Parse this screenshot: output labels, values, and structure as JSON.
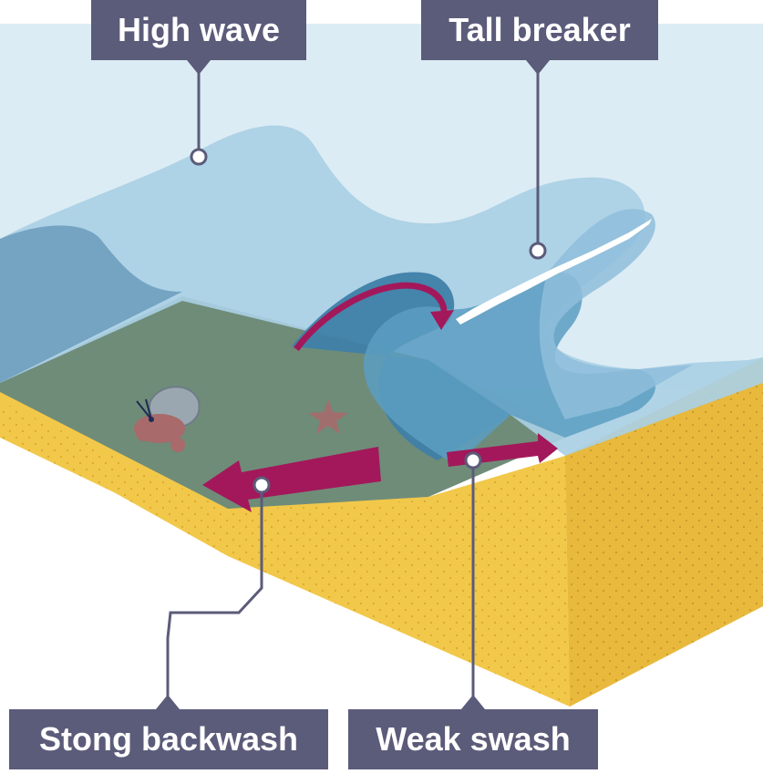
{
  "labels": {
    "high_wave": "High wave",
    "tall_breaker": "Tall breaker",
    "strong_backwash": "Stong backwash",
    "weak_swash": "Weak swash"
  },
  "colors": {
    "sky": "#dcecf4",
    "wave_light": "#9ec6df",
    "wave_mid": "#7aaed0",
    "wave_dark": "#4f8fb5",
    "seabed": "#6f8c79",
    "sand": "#f2c84a",
    "arrow": "#a3185a",
    "label_bg": "#5b5b7a",
    "label_text": "#ffffff"
  },
  "icons": [
    "hermit-crab-icon",
    "starfish-icon"
  ]
}
